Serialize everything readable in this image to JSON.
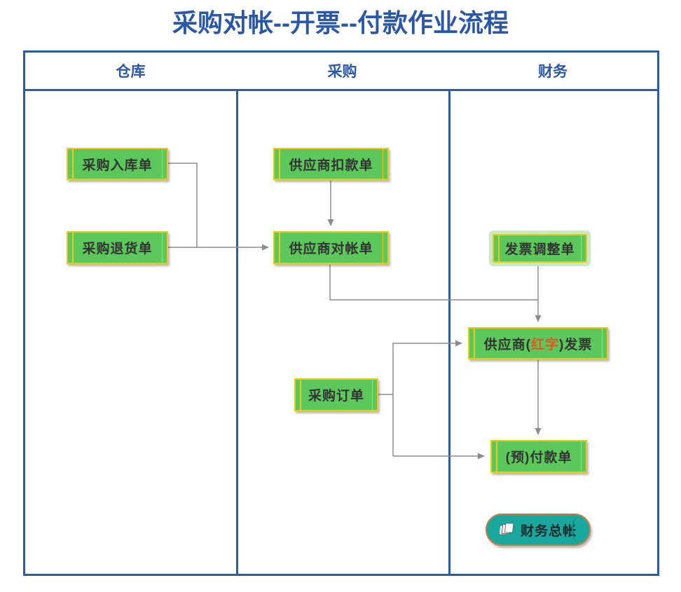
{
  "title": "采购对帐--开票--付款作业流程",
  "lanes": [
    {
      "label": "仓库"
    },
    {
      "label": "采购"
    },
    {
      "label": "财务"
    }
  ],
  "nodes": {
    "purchase_receipt": {
      "label": "采购入库单"
    },
    "purchase_return": {
      "label": "采购退货单"
    },
    "supplier_deduction": {
      "label": "供应商扣款单"
    },
    "supplier_statement": {
      "label": "供应商对帐单"
    },
    "invoice_adjustment": {
      "label": "发票调整单"
    },
    "supplier_red_invoice": {
      "prefix": "供应商(",
      "highlight": "红字",
      "suffix": ")发票"
    },
    "purchase_order": {
      "label": "采购订单"
    },
    "prepayment": {
      "label": "(预)付款单"
    },
    "general_ledger": {
      "label": "财务总帐"
    }
  },
  "edges": [
    {
      "from": "purchase_receipt",
      "to": "supplier_statement"
    },
    {
      "from": "purchase_return",
      "to": "supplier_statement"
    },
    {
      "from": "supplier_deduction",
      "to": "supplier_statement"
    },
    {
      "from": "supplier_statement",
      "to": "supplier_red_invoice"
    },
    {
      "from": "invoice_adjustment",
      "to": "supplier_red_invoice"
    },
    {
      "from": "purchase_order",
      "to": "supplier_red_invoice"
    },
    {
      "from": "purchase_order",
      "to": "prepayment"
    },
    {
      "from": "supplier_red_invoice",
      "to": "prepayment"
    }
  ],
  "colors": {
    "title_blue": "#2b57a8",
    "frame_blue": "#2d5c9e",
    "node_fill": "#5cc85c",
    "node_border": "#eec818",
    "highlight_text": "#e8541e",
    "connector_gray": "#8c8c8c",
    "ledger_fill": "#1aa89e",
    "ledger_border": "#bf7e45"
  }
}
